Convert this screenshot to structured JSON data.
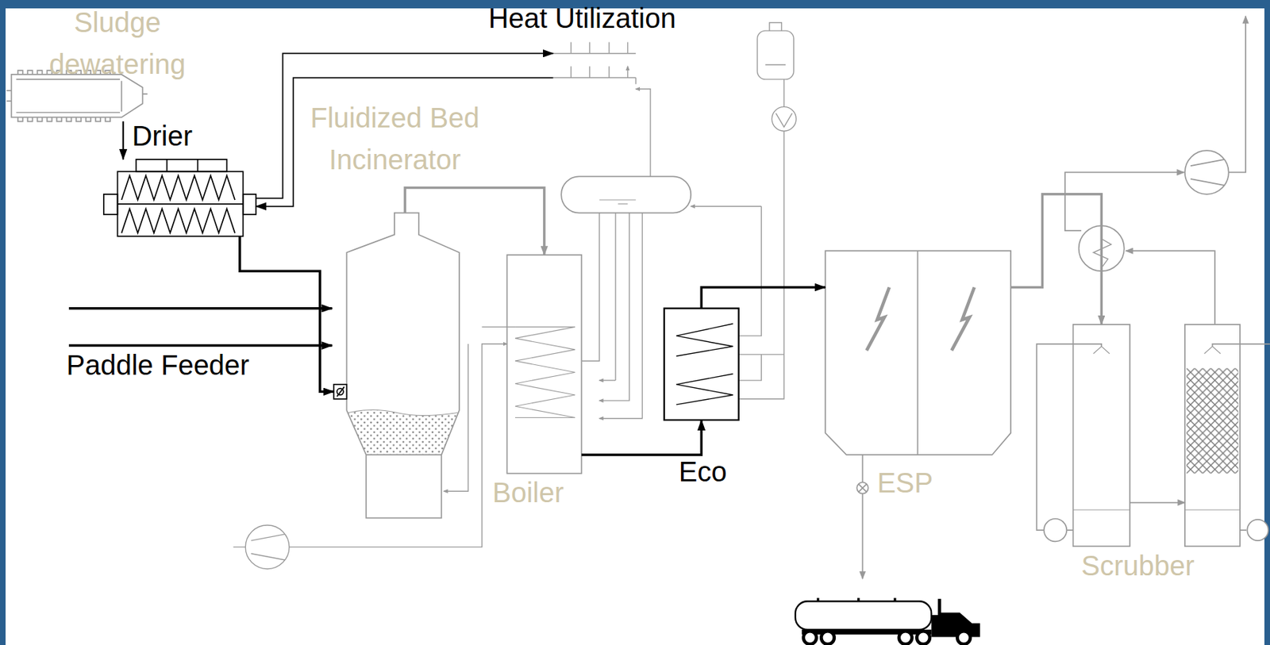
{
  "diagram": {
    "nodes": [
      {
        "text": [
          "Sludge dewatering"
        ]
      },
      {
        "text": [
          "Heat Utilization"
        ]
      },
      {
        "text": [
          "Drier"
        ]
      },
      {
        "text": [
          "Fluidized Bed Incinerator"
        ]
      },
      {
        "text": [
          "Boiler"
        ]
      },
      {
        "text": [
          "Eco"
        ]
      },
      {
        "text": [
          "ESP"
        ]
      },
      {
        "text": [
          "Scrubber"
        ]
      }
    ],
    "edges": [
      {
        "from": 0,
        "to": 2,
        "arrow": "to"
      },
      {
        "from": 2,
        "to": 1,
        "arrow": "to"
      },
      {
        "from": 1,
        "to": 2,
        "arrow": "to"
      },
      {
        "from": 2,
        "to": 3,
        "arrow": "to"
      },
      {
        "from": 3,
        "to": 4,
        "arrow": "to"
      },
      {
        "from": 4,
        "to": 5,
        "arrow": "to"
      },
      {
        "from": 5,
        "to": 6,
        "arrow": "to"
      },
      {
        "from": 6,
        "to": 7,
        "arrow": "to"
      }
    ],
    "labels": [
      "Paddle Feeder"
    ]
  }
}
